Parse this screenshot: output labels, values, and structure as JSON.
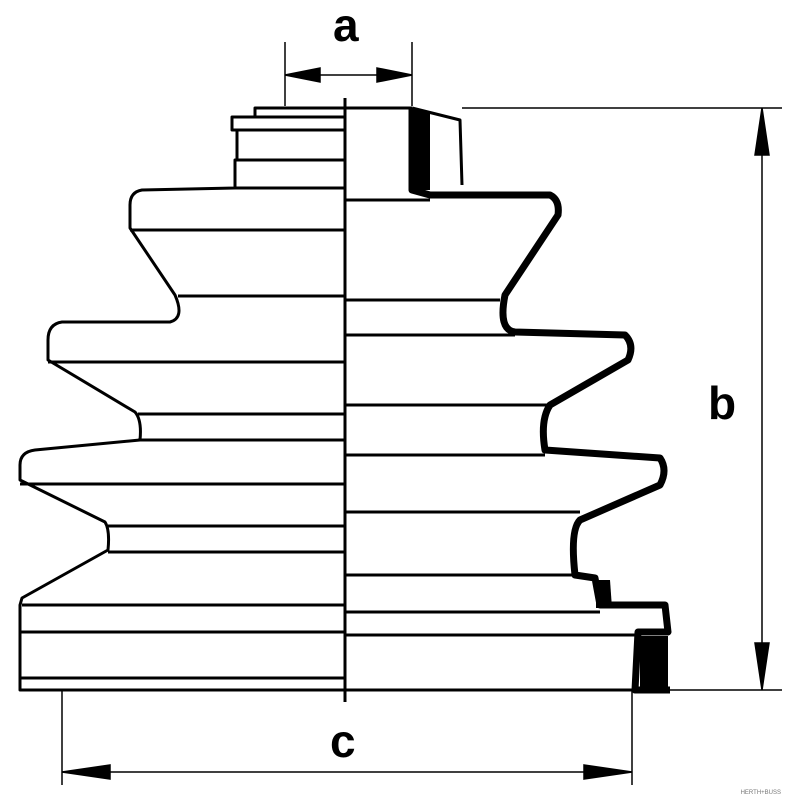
{
  "labels": {
    "a": "a",
    "b": "b",
    "c": "c"
  },
  "watermark": "HERTH+BUSS",
  "colors": {
    "line": "#000000",
    "background": "#ffffff"
  }
}
